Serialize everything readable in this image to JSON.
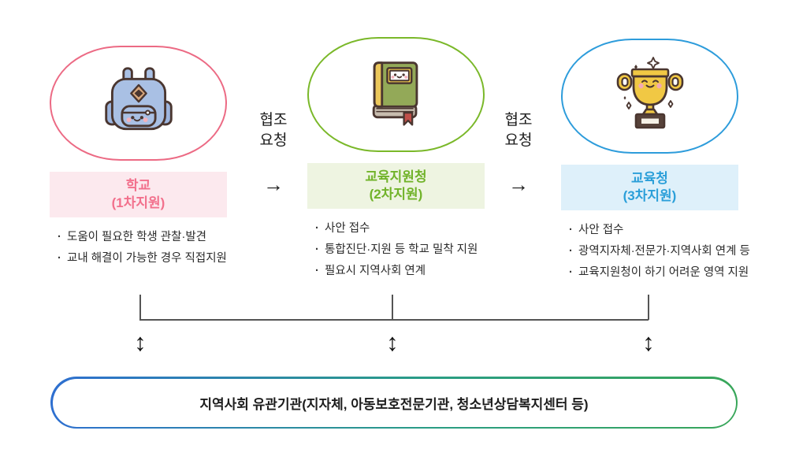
{
  "columns": [
    {
      "name": "school",
      "icon": "backpack-icon",
      "title_line1": "학교",
      "title_line2": "(1차지원)",
      "bullets": [
        "도움이 필요한 학생 관찰·발견",
        "교내 해결이 가능한 경우 직접지원"
      ]
    },
    {
      "name": "education-support-office",
      "icon": "book-icon",
      "title_line1": "교육지원청",
      "title_line2": "(2차지원)",
      "bullets": [
        "사안 접수",
        "통합진단·지원 등 학교 밀착 지원",
        "필요시 지역사회 연계"
      ]
    },
    {
      "name": "education-office",
      "icon": "trophy-icon",
      "title_line1": "교육청",
      "title_line2": "(3차지원)",
      "bullets": [
        "사안 접수",
        "광역지자체·전문가·지역사회 연계 등",
        "교육지원청이 하기 어려운 영역 지원"
      ]
    }
  ],
  "connectors": [
    {
      "line1": "협조",
      "line2": "요청",
      "arrow": "→"
    },
    {
      "line1": "협조",
      "line2": "요청",
      "arrow": "→"
    }
  ],
  "bullet_char": "·",
  "link_arrow": "↕",
  "bottom_banner": {
    "label": "지역사회 유관기관(지자체, 아동보호전문기관, 청소년상담복지센터 등)"
  },
  "colors": {
    "school_accent": "#ec6a84",
    "school_label_bg": "#fce9ee",
    "school_title": "#f2708c",
    "support_accent": "#7ab829",
    "support_label_bg": "#eef4e1",
    "support_title": "#71b32a",
    "office_accent": "#2d9cdb",
    "office_label_bg": "#def0fa",
    "office_title": "#2b9fd9",
    "banner_start": "#2e6fd0",
    "banner_mid": "#2a9d85",
    "banner_end": "#38a659",
    "ink": "#2b2b2b",
    "line": "#555555"
  }
}
